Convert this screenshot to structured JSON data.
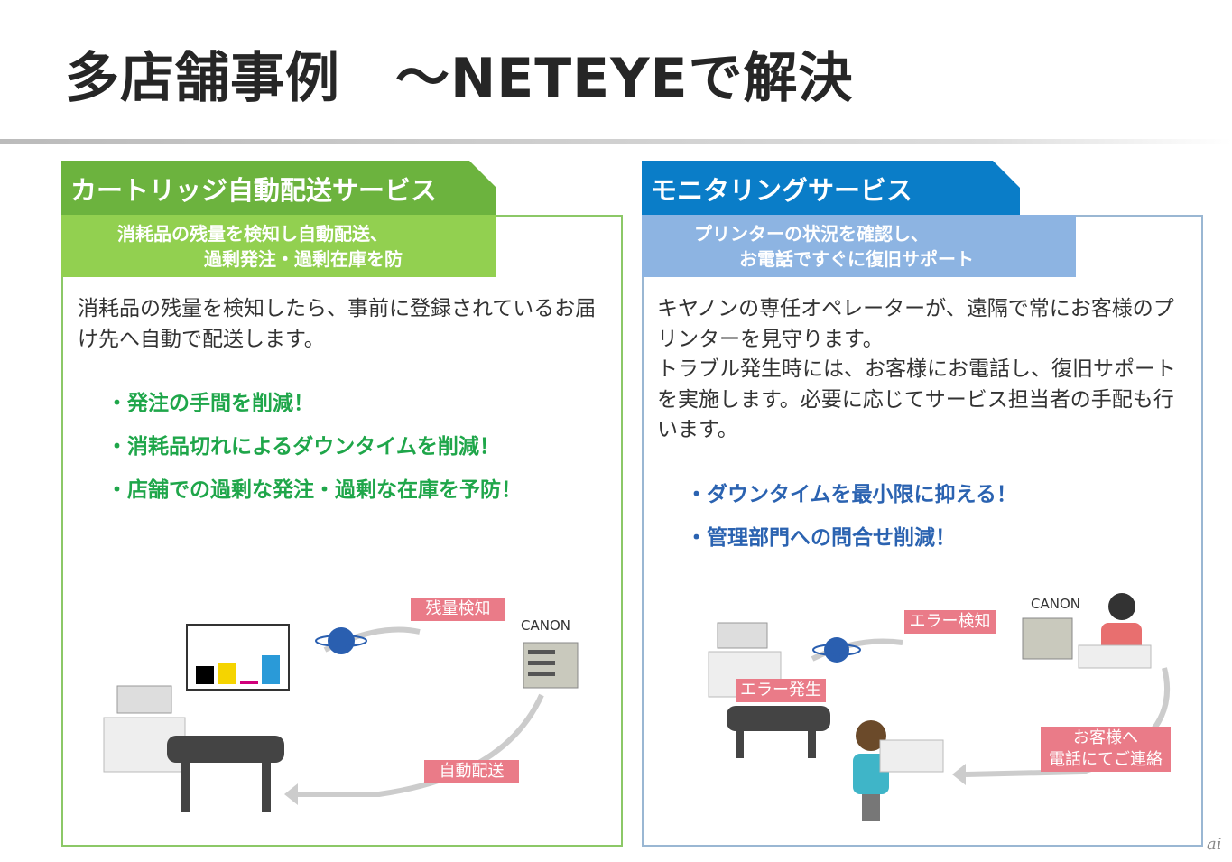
{
  "title": "多店舗事例　～NETEYEで解決",
  "left": {
    "tab": "カートリッジ自動配送サービス",
    "band": [
      "消耗品の残量を検知し自動配送、",
      "過剰発注・過剰在庫を防"
    ],
    "body": "消耗品の残量を検知したら、事前に登録されているお届け先へ自動で配送します。",
    "bullets": [
      "・発注の手間を削減！",
      "・消耗品切れによるダウンタイムを削減！",
      "・店舗での過剰な発注・過剰な在庫を予防！"
    ],
    "labels": {
      "detect": "残量検知",
      "delivery": "自動配送",
      "canon": "CANON"
    }
  },
  "right": {
    "tab": "モニタリングサービス",
    "band": [
      "プリンターの状況を確認し、",
      "お電話ですぐに復旧サポート"
    ],
    "body": "キヤノンの専任オペレーターが、遠隔で常にお客様のプリンターを見守ります。\nトラブル発生時には、お客様にお電話し、復旧サポートを実施します。必要に応じてサービス担当者の手配も行います。",
    "bullets": [
      "・ダウンタイムを最小限に抑える！",
      "・管理部門への問合せ削減！"
    ],
    "labels": {
      "error_detect": "エラー検知",
      "error_occur": "エラー発生",
      "contact": [
        "お客様へ",
        "電話にてご連絡"
      ],
      "canon": "CANON"
    }
  },
  "watermark": "ai",
  "colors": {
    "green_tab": "#6cb33e",
    "green_band": "#92d050",
    "green_text": "#1fa64a",
    "blue_tab": "#0a7dc8",
    "blue_band": "#8db4e2",
    "blue_text": "#2b63b1",
    "label": "#ea7b88"
  }
}
